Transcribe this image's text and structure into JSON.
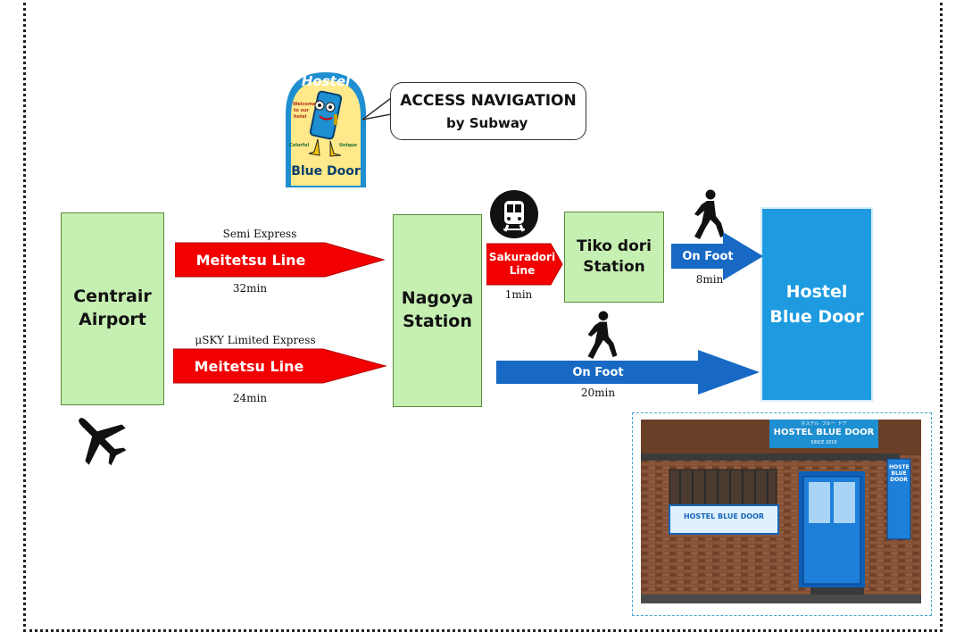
{
  "header": {
    "title": "ACCESS NAVIGATION",
    "subtitle": "by Subway"
  },
  "logo": {
    "top_text": "Hostel",
    "bottom_text": "Blue Door",
    "small_lines": [
      "Welcome",
      "to our",
      "hotel"
    ],
    "side_left": "Colorful",
    "side_right": "Unique"
  },
  "stations": {
    "centrair": "Centrair\nAirport",
    "nagoya": "Nagoya\nStation",
    "tiko": "Tiko dori\nStation",
    "hostel": "Hostel\nBlue Door"
  },
  "routes": {
    "semi_express": {
      "service": "Semi Express",
      "line": "Meitetsu Line",
      "time": "32min"
    },
    "sky_express": {
      "service": "μSKY Limited Express",
      "line": "Meitetsu Line",
      "time": "24min"
    },
    "sakuradori": {
      "line": "Sakuradori\nLine",
      "time": "1min"
    },
    "foot_short": {
      "label": "On Foot",
      "time": "8min"
    },
    "foot_long": {
      "label": "On Foot",
      "time": "20min"
    }
  },
  "photo": {
    "sign": "HOSTEL BLUE DOOR",
    "sign_small": "SINCE 2016",
    "sign_kana": "ホステル  ブルー  ドア",
    "banner": "HOSTEL BLUE DOOR",
    "side_sign": "HOSTEL BLUE DOOR"
  },
  "colors": {
    "green_box": "#c6efb2",
    "red_arrow": "#f20000",
    "blue_arrow": "#1769c4",
    "hostel_blue": "#1e9be0"
  },
  "icons": [
    "airplane-icon",
    "train-icon",
    "walker-icon"
  ]
}
